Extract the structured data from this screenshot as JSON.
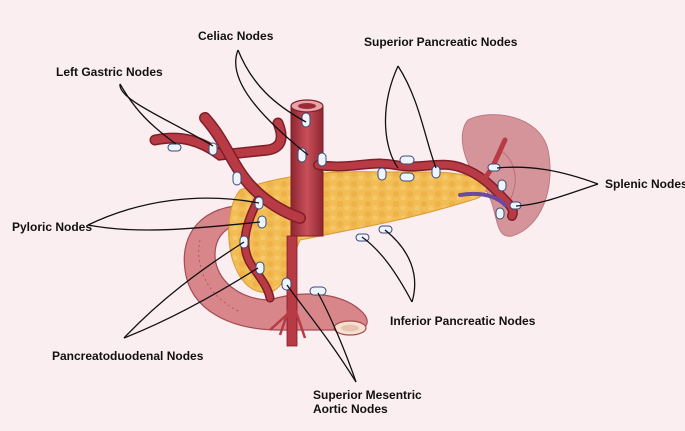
{
  "labels": {
    "celiac": "Celiac Nodes",
    "superior_pancreatic": "Superior Pancreatic Nodes",
    "left_gastric": "Left Gastric Nodes",
    "splenic": "Splenic Nodes",
    "pyloric": "Pyloric Nodes",
    "inferior_pancreatic": "Inferior Pancreatic Nodes",
    "pancreatoduodenal": "Pancreatoduodenal Nodes",
    "superior_mesentric_line1": "Superior Mesentric",
    "superior_mesentric_line2": "Aortic Nodes"
  },
  "colors": {
    "background": "#fbeef1",
    "vessel": "#b83a45",
    "vessel_dark": "#7e1f28",
    "pancreas": "#f0b94e",
    "spleen": "#c9767c",
    "duodenum": "#d9868a",
    "node_fill": "#eef4fb",
    "leader": "#111111"
  }
}
